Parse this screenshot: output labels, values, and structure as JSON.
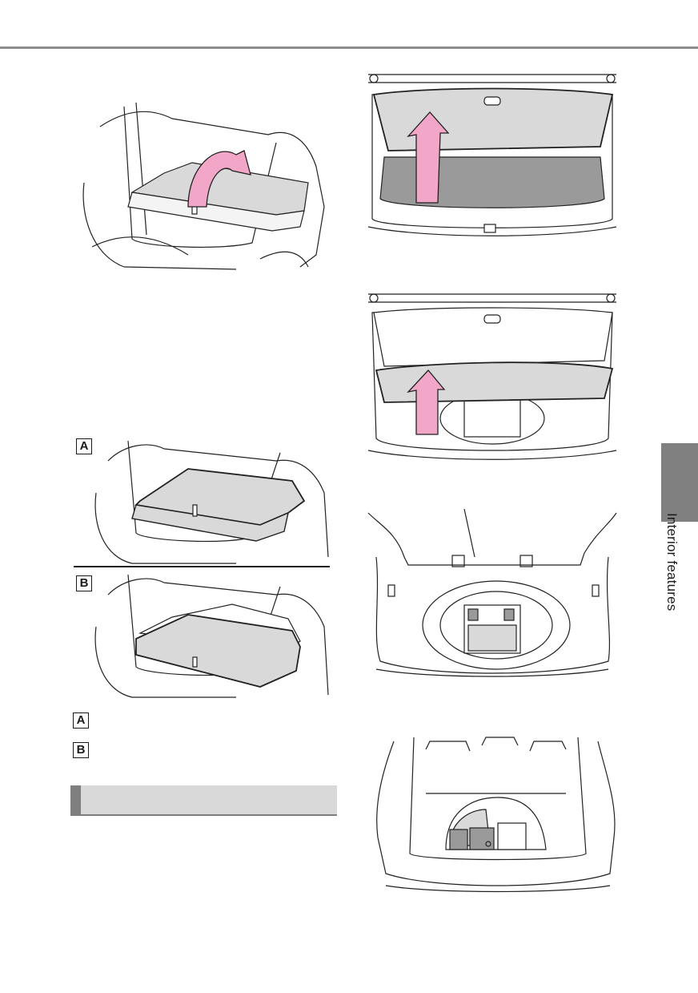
{
  "labels": {
    "a": "A",
    "b": "B"
  },
  "side_tab": {
    "text": "Interior features"
  },
  "colors": {
    "arrow_pink": "#f2a6c8",
    "panel_gray": "#d9d9d9",
    "accent_gray": "#808080"
  },
  "illustrations": [
    "trunk-deck-board-flip-illustration",
    "trunk-board-raised-illustration",
    "deck-board-A-position-illustration",
    "trunk-lower-board-raised-illustration",
    "deck-board-B-position-illustration",
    "spare-tire-well-illustration",
    "tool-tray-illustration"
  ]
}
